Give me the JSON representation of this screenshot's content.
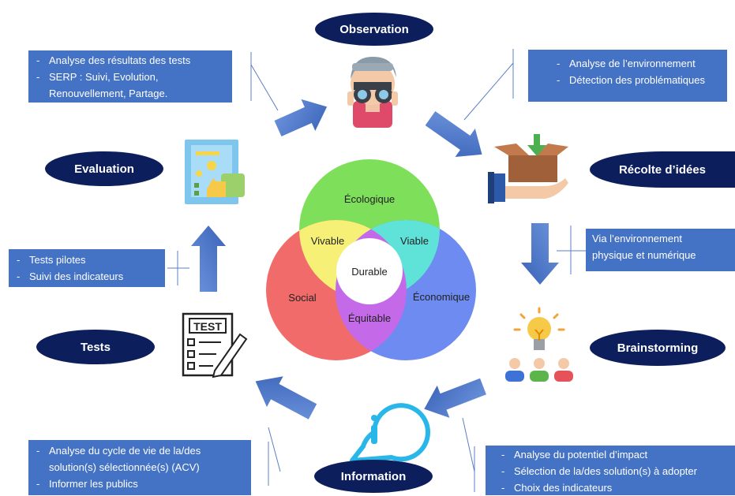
{
  "stages": {
    "observation": "Observation",
    "recolte": "Récolte d’idées",
    "brainstorming": "Brainstorming",
    "information": "Information",
    "tests": "Tests",
    "evaluation": "Evaluation"
  },
  "boxes": {
    "evaluation_box": [
      "Analyse des résultats des tests",
      "SERP : Suivi, Evolution,",
      "Renouvellement, Partage."
    ],
    "observation_box": [
      "Analyse de l’environnement",
      "Détection des problématiques"
    ],
    "recolte_box": [
      "Via l’environnement",
      "physique et numérique"
    ],
    "tests_box": [
      "Tests pilotes",
      "Suivi des indicateurs"
    ],
    "information_left_box": [
      "Analyse du cycle de vie de la/des",
      "solution(s) sélectionnée(s) (ACV)",
      "Informer les publics"
    ],
    "brainstorming_box": [
      "Analyse du potentiel d’impact",
      "Sélection de la/des solution(s) à adopter",
      "Choix des indicateurs"
    ]
  },
  "venn": {
    "ecologique": "Écologique",
    "social": "Social",
    "economique": "Économique",
    "vivable": "Vivable",
    "viable": "Viable",
    "equitable": "Équitable",
    "durable": "Durable"
  },
  "icons": {
    "test_sheet_label": "TEST",
    "info_symbol": "i"
  },
  "colors": {
    "oval": "#0c1e5b",
    "box": "#4472c4",
    "arrow": "#4a78c8",
    "venn_green": "#7ee05a",
    "venn_red": "#f26b6b",
    "venn_blue": "#6d8bf0",
    "venn_yellow": "#f6f077",
    "venn_cyan": "#5fe3d8",
    "venn_purple": "#c46ae8"
  }
}
